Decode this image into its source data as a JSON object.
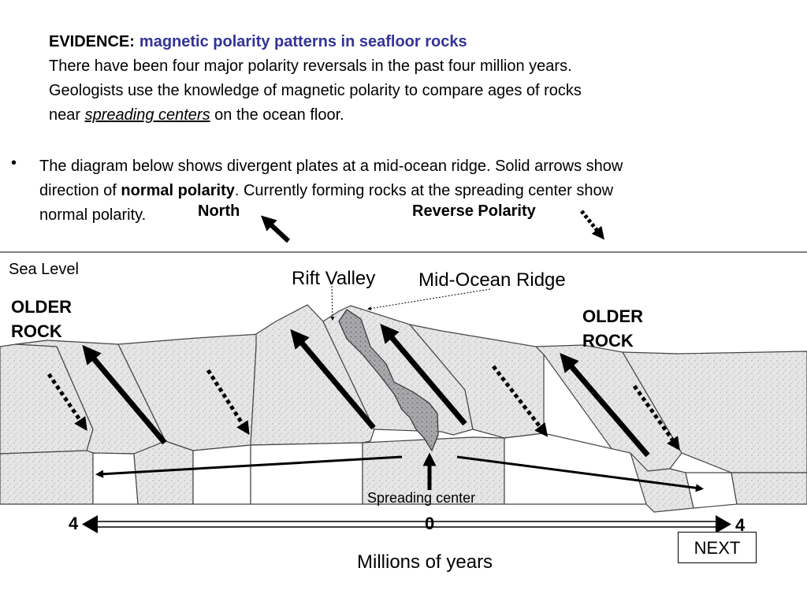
{
  "intro": {
    "label": "EVIDENCE:",
    "topic": "magnetic polarity patterns in seafloor rocks",
    "line1": "There have been four major polarity reversals in the past four million years.",
    "line2": "Geologists use the knowledge of magnetic polarity to compare ages of rocks",
    "line3_pre": "near ",
    "line3_term": "spreading centers",
    "line3_post": " on the ocean floor."
  },
  "bullet": {
    "marker": "•",
    "text1": "The diagram below shows divergent plates at a mid-ocean ridge.  Solid arrows show",
    "text2_pre": "direction of ",
    "text2_bold": "normal polarity",
    "text2_post": ".  Currently forming rocks at the spreading center show",
    "text3": "normal polarity."
  },
  "key": {
    "north": "North",
    "reverse": "Reverse Polarity"
  },
  "diagram": {
    "sea_level": "Sea Level",
    "rift_valley": "Rift Valley",
    "mid_ocean_ridge": "Mid-Ocean Ridge",
    "older_rock_left": [
      "OLDER",
      "ROCK"
    ],
    "older_rock_right": [
      "OLDER",
      "ROCK"
    ],
    "spreading_center": "Spreading center",
    "timeline": {
      "left_tick": "4",
      "center_tick": "0",
      "right_tick": "4",
      "label": "Millions of years"
    }
  },
  "nav": {
    "next_label": "NEXT"
  }
}
